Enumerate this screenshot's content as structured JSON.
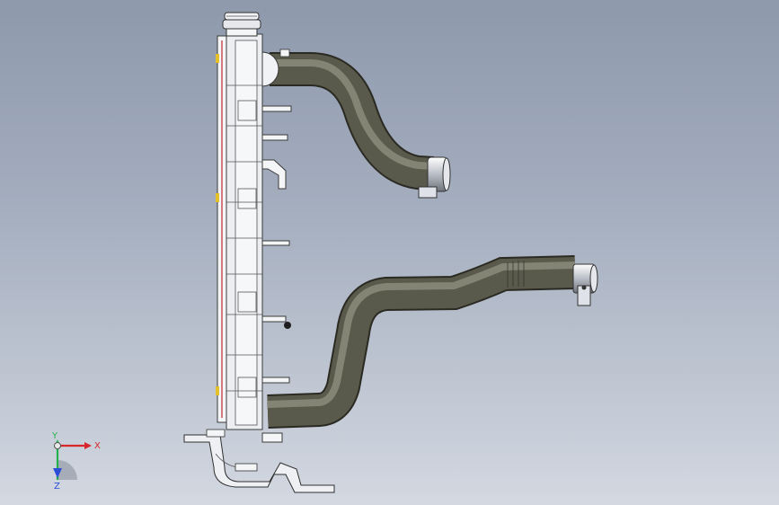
{
  "viewport": {
    "background_top": "#8e99ac",
    "background_bottom": "#d3d8e1"
  },
  "model": {
    "radiator_color": "#eef0f4",
    "hose_color": "#4a4a3e",
    "clamp_color": "#c9ccd2",
    "accent_line_color": "#c0282d",
    "marker_color": "#e4c02a"
  },
  "triad": {
    "x_label": "X",
    "y_label": "Y",
    "z_label": "Z",
    "x_color": "#d8262b",
    "y_color": "#23b14d",
    "z_color": "#2b4ed8"
  }
}
